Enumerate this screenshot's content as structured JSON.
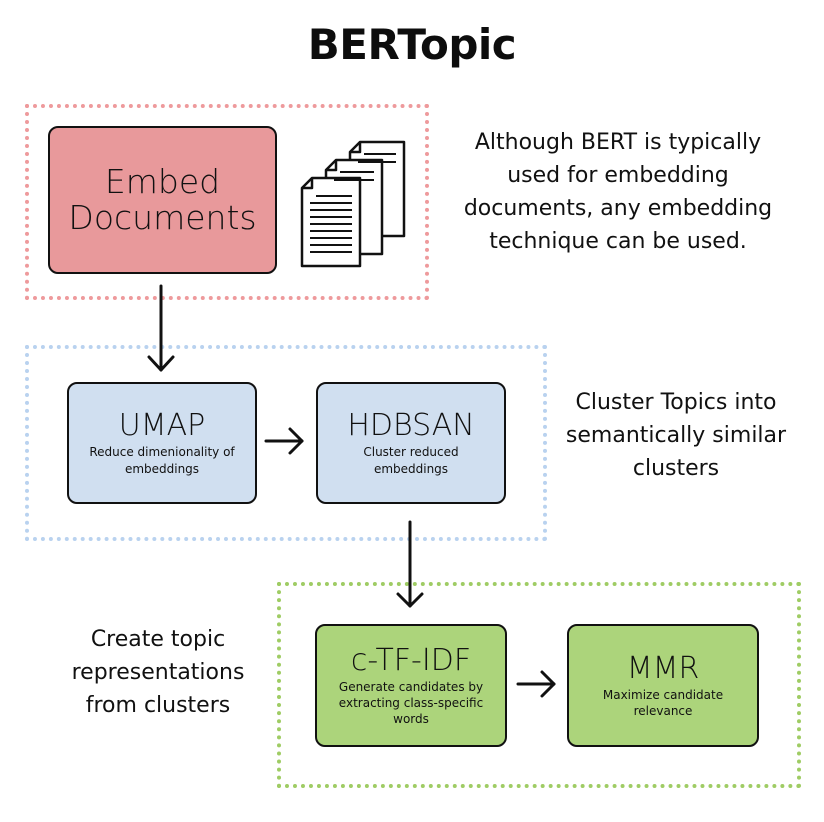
{
  "title": "BERTopic",
  "colors": {
    "embed_fill": "#e8999b",
    "embed_border": "#ee9a9c",
    "cluster_fill": "#d0dff0",
    "cluster_border": "#b9d2ef",
    "represent_fill": "#acd47b",
    "represent_border": "#9fcc64"
  },
  "embed": {
    "box_title_line1": "Embed",
    "box_title_line2": "Documents",
    "icon": "documents-icon",
    "note": "Although BERT is typically used for embedding documents, any embedding technique can be used."
  },
  "cluster": {
    "umap": {
      "title": "UMAP",
      "subtitle": "Reduce dimenionality of embeddings"
    },
    "hdbscan": {
      "title": "HDBSAN",
      "subtitle": "Cluster reduced embeddings"
    },
    "note": "Cluster Topics into semantically similar clusters"
  },
  "representation": {
    "ctfidf": {
      "title": "c-TF-IDF",
      "subtitle": "Generate candidates by extracting class-specific words"
    },
    "mmr": {
      "title": "MMR",
      "subtitle": "Maximize candidate relevance"
    },
    "note": "Create topic representations from clusters"
  }
}
